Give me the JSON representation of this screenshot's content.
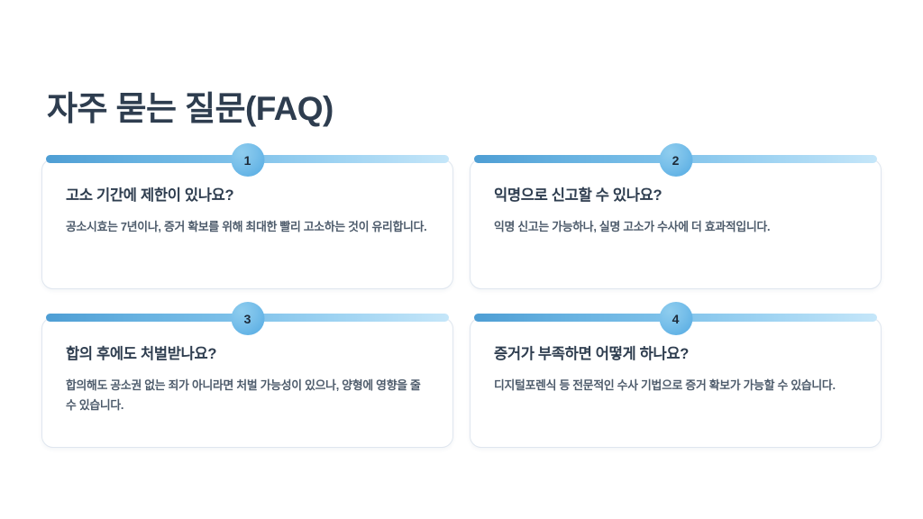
{
  "page": {
    "title": "자주 묻는 질문(FAQ)",
    "background_color": "#ffffff"
  },
  "theme": {
    "heading_color": "#2e3d4f",
    "body_color": "#4d5b6b",
    "accent_blue": "#52a9e2",
    "accent_blue_light": "#c5e6f9",
    "card_border": "#dfe6ef",
    "badge_text_color": "#1d2a38"
  },
  "faq": {
    "items": [
      {
        "number": "1",
        "question": "고소 기간에 제한이 있나요?",
        "answer": "공소시효는 7년이나, 증거 확보를 위해 최대한 빨리 고소하는 것이 유리합니다."
      },
      {
        "number": "2",
        "question": "익명으로 신고할 수 있나요?",
        "answer": "익명 신고는 가능하나, 실명 고소가 수사에 더 효과적입니다."
      },
      {
        "number": "3",
        "question": "합의 후에도 처벌받나요?",
        "answer": "합의해도 공소권 없는 죄가 아니라면 처벌 가능성이 있으나, 양형에 영향을 줄 수 있습니다."
      },
      {
        "number": "4",
        "question": "증거가 부족하면 어떻게 하나요?",
        "answer": "디지털포렌식 등 전문적인 수사 기법으로 증거 확보가 가능할 수 있습니다."
      }
    ]
  }
}
